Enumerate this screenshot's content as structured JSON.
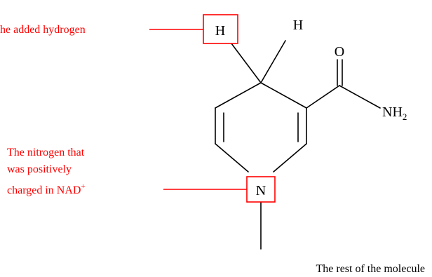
{
  "colors": {
    "annotation": "#ff0000",
    "structure": "#000000",
    "background": "#ffffff"
  },
  "atoms": {
    "h_added": "H",
    "h_other": "H",
    "o": "O",
    "nh2_main": "NH",
    "nh2_sub": "2",
    "n_ring": "N"
  },
  "labels": {
    "added_hydrogen": "he added hydrogen",
    "nitrogen_line1": "The nitrogen that",
    "nitrogen_line2": "was positively",
    "nitrogen_line3_main": "charged in NAD",
    "nitrogen_line3_sup": "+",
    "rest_of_molecule": "The rest of the molecule"
  }
}
